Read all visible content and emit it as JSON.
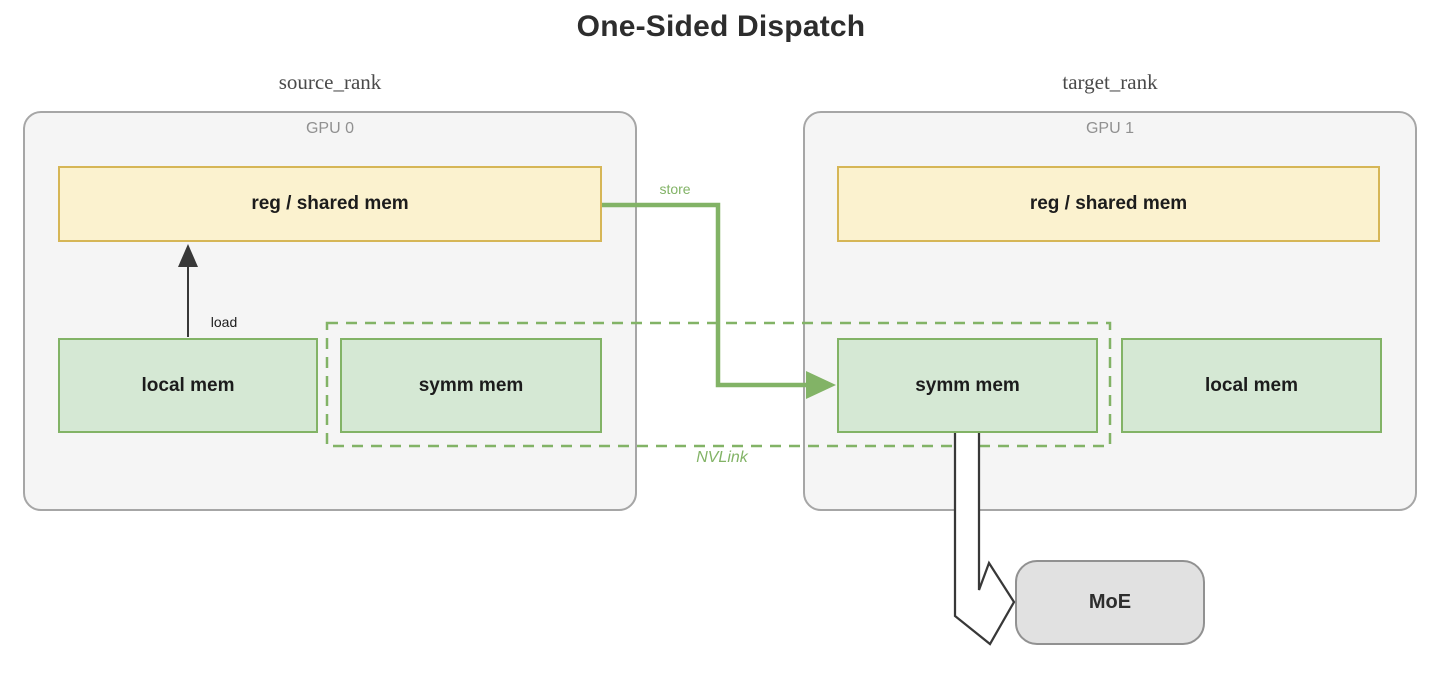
{
  "diagram": {
    "title": "One-Sided Dispatch",
    "source": {
      "rank_label": "source_rank",
      "gpu_label": "GPU 0",
      "reg_label": "reg / shared mem",
      "local_label": "local mem",
      "symm_label": "symm mem"
    },
    "target": {
      "rank_label": "target_rank",
      "gpu_label": "GPU 1",
      "reg_label": "reg / shared mem",
      "symm_label": "symm mem",
      "local_label": "local mem"
    },
    "arrows": {
      "load_label": "load",
      "store_label": "store",
      "nvlink_label": "NVLink"
    },
    "moe_label": "MoE",
    "colors": {
      "green_accent": "#82b366",
      "green_fill": "#d5e8d4",
      "yellow_fill": "#fbf2cf",
      "yellow_border": "#d6b656",
      "gpu_fill": "#f5f5f5",
      "gpu_border": "#a6a6a6",
      "moe_fill": "#e1e1e1",
      "arrow_dark": "#383838",
      "text_dark": "#1c1c1c",
      "gpu_label_gray": "#909090"
    }
  }
}
